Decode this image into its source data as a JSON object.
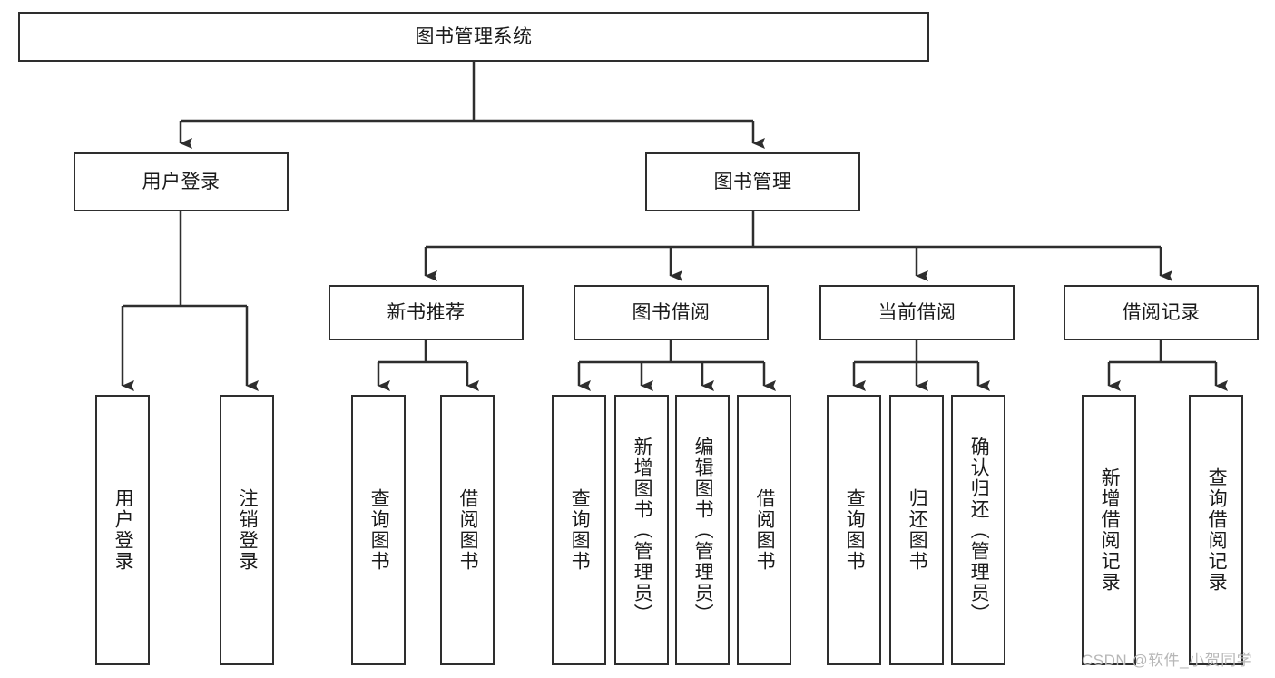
{
  "diagram": {
    "type": "hierarchy-tree",
    "title": "图书管理系统",
    "orientation": "top-down",
    "levels": 4,
    "root": {
      "id": "root",
      "label": "图书管理系统",
      "orientation": "horizontal"
    },
    "level2": [
      {
        "id": "user-login",
        "label": "用户登录",
        "orientation": "horizontal"
      },
      {
        "id": "book-management",
        "label": "图书管理",
        "orientation": "horizontal"
      }
    ],
    "level3": [
      {
        "id": "new-book-recommend",
        "label": "新书推荐",
        "orientation": "horizontal",
        "parent": "book-management"
      },
      {
        "id": "book-borrow",
        "label": "图书借阅",
        "orientation": "horizontal",
        "parent": "book-management"
      },
      {
        "id": "current-borrow",
        "label": "当前借阅",
        "orientation": "horizontal",
        "parent": "book-management"
      },
      {
        "id": "borrow-record",
        "label": "借阅记录",
        "orientation": "horizontal",
        "parent": "book-management"
      }
    ],
    "leaves": [
      {
        "id": "leaf-user-login",
        "label": "用户登录",
        "parent": "user-login",
        "orientation": "vertical"
      },
      {
        "id": "leaf-logout-login",
        "label": "注销登录",
        "parent": "user-login",
        "orientation": "vertical"
      },
      {
        "id": "leaf-query-book-1",
        "label": "查询图书",
        "parent": "new-book-recommend",
        "orientation": "vertical"
      },
      {
        "id": "leaf-borrow-book-1",
        "label": "借阅图书",
        "parent": "new-book-recommend",
        "orientation": "vertical"
      },
      {
        "id": "leaf-query-book-2",
        "label": "查询图书",
        "parent": "book-borrow",
        "orientation": "vertical"
      },
      {
        "id": "leaf-add-book",
        "label": "新增图书（管理员）",
        "parent": "book-borrow",
        "orientation": "vertical"
      },
      {
        "id": "leaf-edit-book",
        "label": "编辑图书（管理员）",
        "parent": "book-borrow",
        "orientation": "vertical"
      },
      {
        "id": "leaf-borrow-book-2",
        "label": "借阅图书",
        "parent": "book-borrow",
        "orientation": "vertical"
      },
      {
        "id": "leaf-query-book-3",
        "label": "查询图书",
        "parent": "current-borrow",
        "orientation": "vertical"
      },
      {
        "id": "leaf-return-book",
        "label": "归还图书",
        "parent": "current-borrow",
        "orientation": "vertical"
      },
      {
        "id": "leaf-confirm-return",
        "label": "确认归还（管理员）",
        "parent": "current-borrow",
        "orientation": "vertical"
      },
      {
        "id": "leaf-add-record",
        "label": "新增借阅记录",
        "parent": "borrow-record",
        "orientation": "vertical"
      },
      {
        "id": "leaf-query-record",
        "label": "查询借阅记录",
        "parent": "borrow-record",
        "orientation": "vertical"
      }
    ]
  },
  "watermark": {
    "text": "CSDN @软件_小贺同学"
  },
  "colors": {
    "box_border": "#2e2e2e",
    "box_fill": "#ffffff",
    "connector": "#2e2e2e",
    "text": "#1a1a1a",
    "watermark": "#b7b7b7",
    "background": "#ffffff"
  }
}
